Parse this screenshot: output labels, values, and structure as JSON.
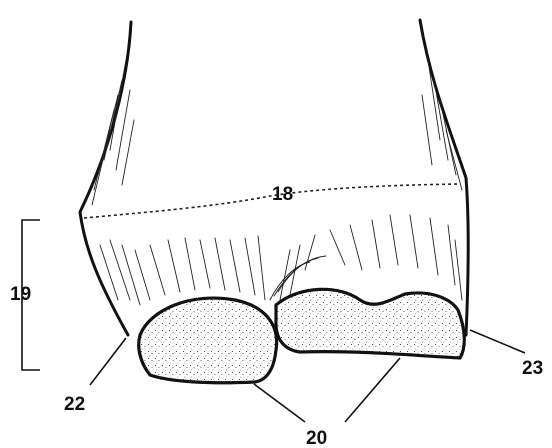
{
  "labels": {
    "l18": "18",
    "l19": "19",
    "l20": "20",
    "l22": "22",
    "l23": "23"
  },
  "stipple_color": "#1a1a1a"
}
